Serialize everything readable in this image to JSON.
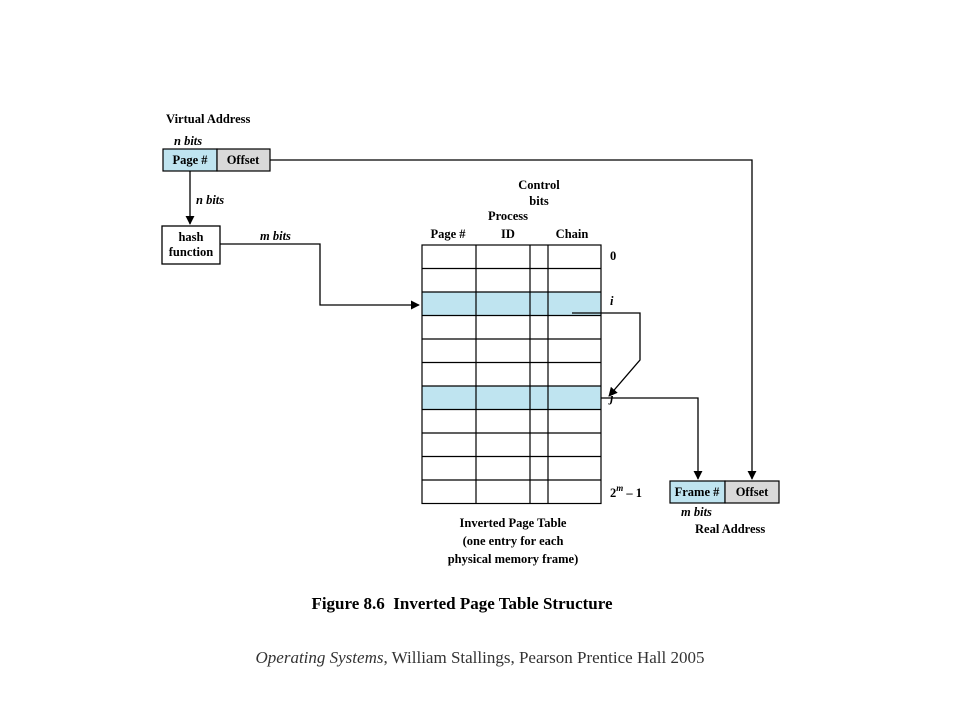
{
  "virtual_address": {
    "title": "Virtual Address",
    "n_bits_label": "n bits",
    "page_field": "Page #",
    "offset_field": "Offset"
  },
  "hash_input_label": "n bits",
  "hash_function": {
    "line1": "hash",
    "line2": "function"
  },
  "hash_output_label": "m bits",
  "table": {
    "header_control_1": "Control",
    "header_control_2": "bits",
    "header_process": "Process",
    "header_page": "Page #",
    "header_id": "ID",
    "header_chain": "Chain",
    "row_label_first": "0",
    "row_label_i": "i",
    "row_label_j": "j",
    "row_label_last_base": "2",
    "row_label_last_exp": "m",
    "row_label_last_tail": " – 1",
    "caption_line1": "Inverted Page Table",
    "caption_line2": "(one entry for each",
    "caption_line3": "physical memory frame)"
  },
  "real_address": {
    "frame_field": "Frame #",
    "offset_field": "Offset",
    "m_bits_label": "m bits",
    "title": "Real Address"
  },
  "figure_caption": "Figure 8.6  Inverted Page Table Structure",
  "citation": {
    "book": "Operating Systems",
    "rest": ", William Stallings, Pearson Prentice Hall 2005"
  },
  "colors": {
    "highlight": "#bfe4f0",
    "offset_fill": "#d9d9d9"
  }
}
